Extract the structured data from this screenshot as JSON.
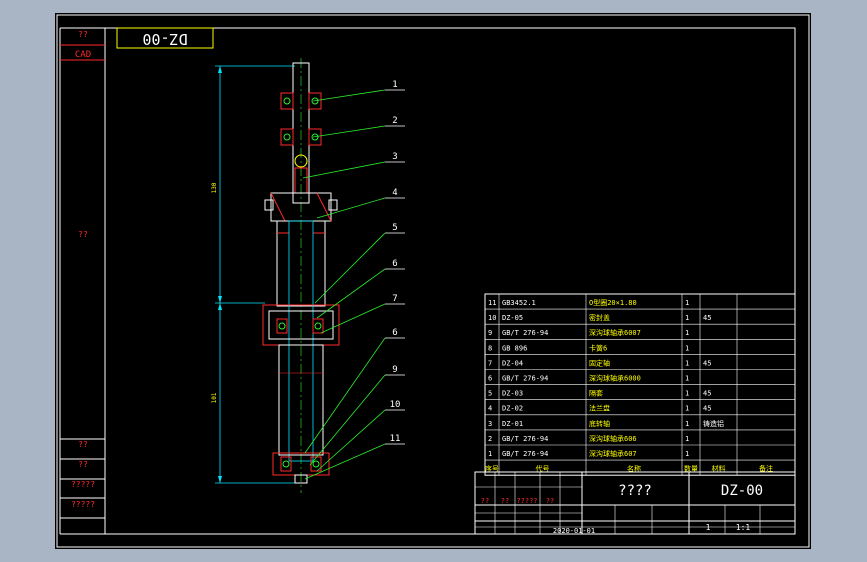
{
  "title_block": {
    "drawing_code": "DZ-00",
    "drawing_name": "????",
    "date": "2020-01-01",
    "scale": "1:1",
    "sheet": "1",
    "mini_labels": [
      "??",
      "??",
      "?????",
      "??"
    ]
  },
  "side_panel": {
    "top_label": "??",
    "cad_label": "CAD",
    "mid_label": "??",
    "bottom_labels": [
      "??",
      "??",
      "?????",
      "?????"
    ]
  },
  "top_tab": "DZ-00",
  "dimensions": {
    "upper": "130",
    "lower": "101"
  },
  "balloons": [
    "1",
    "2",
    "3",
    "4",
    "5",
    "6",
    "7",
    "6",
    "9",
    "10",
    "11"
  ],
  "bom": {
    "headers": [
      "序号",
      "代号",
      "名称",
      "数量",
      "材料",
      "备注"
    ],
    "rows": [
      [
        "11",
        "GB3452.1",
        "O型圈20×1.80",
        "1",
        "",
        ""
      ],
      [
        "10",
        "DZ-05",
        "密封盖",
        "1",
        "45",
        ""
      ],
      [
        "9",
        "GB/T 276-94",
        "深沟球轴承6007",
        "1",
        "",
        ""
      ],
      [
        "8",
        "GB 896",
        "卡簧6",
        "1",
        "",
        ""
      ],
      [
        "7",
        "DZ-04",
        "固定轴",
        "1",
        "45",
        ""
      ],
      [
        "6",
        "GB/T 276-94",
        "深沟球轴承6000",
        "1",
        "",
        ""
      ],
      [
        "5",
        "DZ-03",
        "隔套",
        "1",
        "45",
        ""
      ],
      [
        "4",
        "DZ-02",
        "法兰盘",
        "1",
        "45",
        ""
      ],
      [
        "3",
        "DZ-01",
        "底转轴",
        "1",
        "铸造铝",
        ""
      ],
      [
        "2",
        "GB/T 276-94",
        "深沟球轴承606",
        "1",
        "",
        ""
      ],
      [
        "1",
        "GB/T 276-94",
        "深沟球轴承607",
        "1",
        "",
        ""
      ]
    ]
  },
  "colors": {
    "frame": "#ffffff",
    "red": "#ff2a2a",
    "green": "#2cf02c",
    "yellow": "#ffff00",
    "cyan": "#00e5ff"
  }
}
